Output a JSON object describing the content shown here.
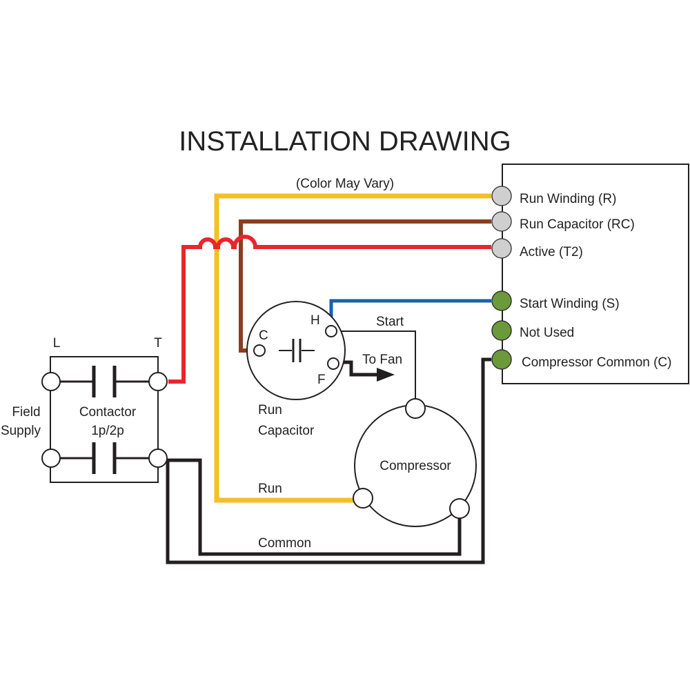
{
  "title": "INSTALLATION DRAWING",
  "note": "(Color May Vary)",
  "terminal_block": {
    "terminals": [
      {
        "label": "Run Winding  (R)",
        "color": "#cfcfcf"
      },
      {
        "label": "Run Capacitor  (RC)",
        "color": "#cfcfcf"
      },
      {
        "label": "Active  (T2)",
        "color": "#cfcfcf"
      },
      {
        "label": "Start Winding (S)",
        "color": "#6a9a3a"
      },
      {
        "label": "Not Used",
        "color": "#6a9a3a"
      },
      {
        "label": "Compressor Common (C)",
        "color": "#6a9a3a"
      }
    ]
  },
  "contactor": {
    "label_l": "L",
    "label_t": "T",
    "name_line1": "Contactor",
    "name_line2": "1p/2p"
  },
  "field_supply": {
    "line1": "Field",
    "line2": "Supply"
  },
  "run_capacitor": {
    "terminal_c": "C",
    "terminal_h": "H",
    "terminal_f": "F",
    "name_line1": "Run",
    "name_line2": "Capacitor"
  },
  "compressor": {
    "label": "Compressor"
  },
  "wire_labels": {
    "start": "Start",
    "to_fan": "To Fan",
    "run": "Run",
    "common": "Common"
  },
  "colors": {
    "yellow_wire": "#f6be27",
    "brown_wire": "#8b3e1f",
    "red_wire": "#e8262d",
    "blue_wire": "#1b5fae",
    "black_wire": "#231f20"
  }
}
